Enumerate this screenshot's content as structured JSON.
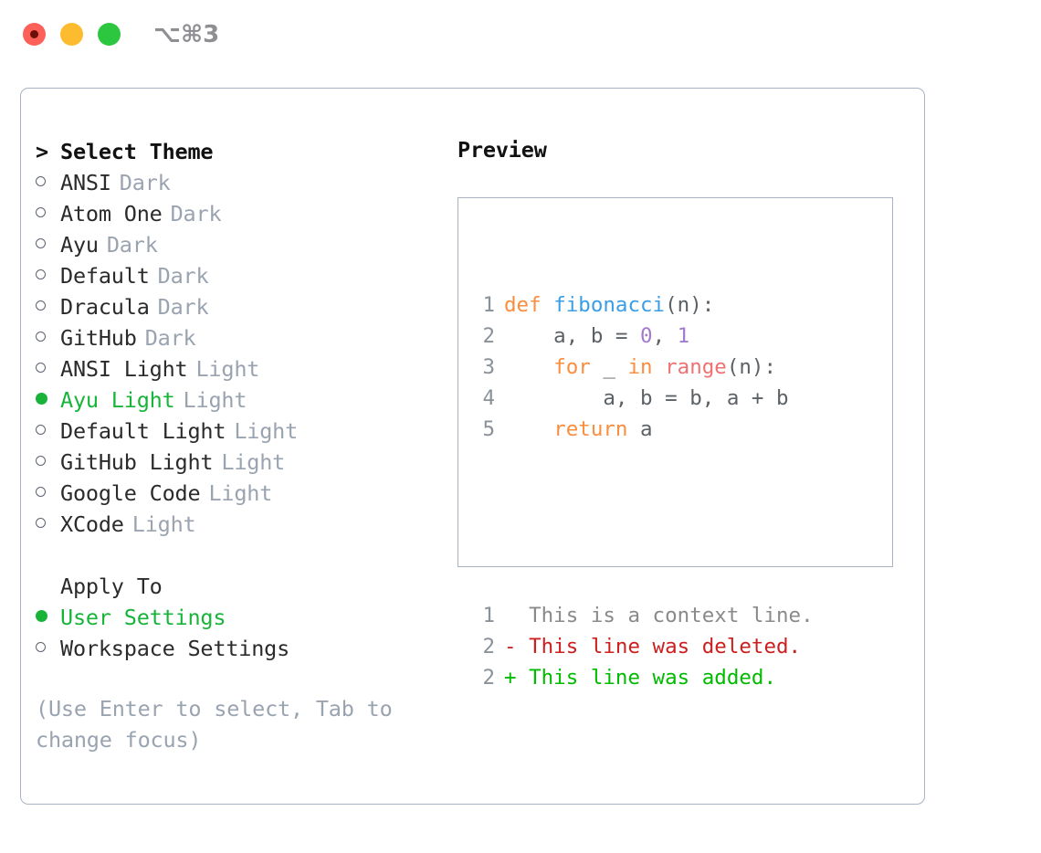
{
  "window": {
    "shortcut": "⌥⌘3",
    "traffic_lights": [
      {
        "name": "close",
        "color": "#fc6058"
      },
      {
        "name": "minimize",
        "color": "#fdbc2f"
      },
      {
        "name": "zoom",
        "color": "#2cc63f"
      }
    ]
  },
  "theme_list": {
    "heading_marker": ">",
    "heading": "Select Theme",
    "items": [
      {
        "marker": "○",
        "name": "ANSI",
        "tag": "Dark",
        "selected": false
      },
      {
        "marker": "○",
        "name": "Atom One",
        "tag": "Dark",
        "selected": false
      },
      {
        "marker": "○",
        "name": "Ayu",
        "tag": "Dark",
        "selected": false
      },
      {
        "marker": "○",
        "name": "Default",
        "tag": "Dark",
        "selected": false
      },
      {
        "marker": "○",
        "name": "Dracula",
        "tag": "Dark",
        "selected": false
      },
      {
        "marker": "○",
        "name": "GitHub",
        "tag": "Dark",
        "selected": false
      },
      {
        "marker": "○",
        "name": "ANSI Light",
        "tag": "Light",
        "selected": false
      },
      {
        "marker": "●",
        "name": "Ayu Light",
        "tag": "Light",
        "selected": true
      },
      {
        "marker": "○",
        "name": "Default Light",
        "tag": "Light",
        "selected": false
      },
      {
        "marker": "○",
        "name": "GitHub Light",
        "tag": "Light",
        "selected": false
      },
      {
        "marker": "○",
        "name": "Google Code",
        "tag": "Light",
        "selected": false
      },
      {
        "marker": "○",
        "name": "XCode",
        "tag": "Light",
        "selected": false
      }
    ]
  },
  "apply_to": {
    "title": "Apply To",
    "options": [
      {
        "marker": "●",
        "label": "User Settings",
        "selected": true
      },
      {
        "marker": "○",
        "label": "Workspace Settings",
        "selected": false
      }
    ]
  },
  "hint": "(Use Enter to select, Tab to change focus)",
  "preview": {
    "title": "Preview",
    "code_lines": [
      {
        "number": "1",
        "tokens": [
          {
            "text": "def ",
            "type": "kw"
          },
          {
            "text": "fibonacci",
            "type": "fn"
          },
          {
            "text": "(n):",
            "type": "punc"
          }
        ]
      },
      {
        "number": "2",
        "tokens": [
          {
            "text": "    a, b = ",
            "type": "plain"
          },
          {
            "text": "0",
            "type": "num"
          },
          {
            "text": ", ",
            "type": "plain"
          },
          {
            "text": "1",
            "type": "num"
          }
        ]
      },
      {
        "number": "3",
        "tokens": [
          {
            "text": "    ",
            "type": "plain"
          },
          {
            "text": "for",
            "type": "kw"
          },
          {
            "text": " _ ",
            "type": "plain"
          },
          {
            "text": "in",
            "type": "kw"
          },
          {
            "text": " ",
            "type": "plain"
          },
          {
            "text": "range",
            "type": "call"
          },
          {
            "text": "(n):",
            "type": "punc"
          }
        ]
      },
      {
        "number": "4",
        "tokens": [
          {
            "text": "        a, b = b, a + b",
            "type": "plain"
          }
        ]
      },
      {
        "number": "5",
        "tokens": [
          {
            "text": "    ",
            "type": "plain"
          },
          {
            "text": "return",
            "type": "kw"
          },
          {
            "text": " a",
            "type": "plain"
          }
        ]
      }
    ],
    "diff_lines": [
      {
        "number": "1",
        "sign": " ",
        "text": "This is a context line.",
        "type": "context"
      },
      {
        "number": "2",
        "sign": "-",
        "text": "This line was deleted.",
        "type": "deleted"
      },
      {
        "number": "2",
        "sign": "+",
        "text": "This line was added.",
        "type": "added"
      }
    ]
  },
  "colors": {
    "accent_green": "#18b43a",
    "keyword": "#fa8d3e",
    "function": "#399ee6",
    "number": "#a37acc",
    "call": "#f07171",
    "plain": "#5c6166",
    "line_number": "#8a9199",
    "muted": "#9aa3b0",
    "border": "#a9b3c1",
    "diff_added": "#00bb00",
    "diff_deleted": "#cc2020",
    "diff_context": "#8a8a8a"
  }
}
